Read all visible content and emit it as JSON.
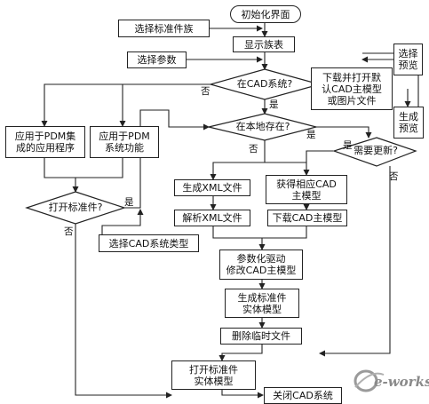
{
  "nodes": {
    "init_ui": "初始化界面",
    "select_family": "选择标准件族",
    "show_family_table": "显示族表",
    "select_params": "选择参数",
    "select_preview": "选择\n预览",
    "in_cad": "在CAD系统?",
    "download_default": "下载并打开默\n认CAD主模型\n或图片文件",
    "gen_preview": "生成\n预览",
    "pdm_integrated": "应用于PDM集\n成的应用程序",
    "pdm_function": "应用于PDM\n系统功能",
    "exists_local": "在本地存在?",
    "need_update": "需要更新?",
    "open_part": "打开标准件?",
    "gen_xml": "生成XML文件",
    "get_cad_model": "获得相应CAD\n主模型",
    "parse_xml": "解析XML文件",
    "download_cad": "下载CAD主模型",
    "select_cad_type": "选择CAD系统类型",
    "param_drive": "参数化驱动\n修改CAD主模型",
    "gen_solid": "生成标准件\n实体模型",
    "delete_temp": "删除临时文件",
    "open_solid": "打开标准件\n实体模型",
    "close_cad": "关闭CAD系统"
  },
  "edge_labels": {
    "in_cad_no": "否",
    "in_cad_yes": "是",
    "exists_yes": "是",
    "exists_no": "否",
    "update_yes": "是",
    "update_no": "否",
    "open_yes": "是",
    "open_no": "否"
  },
  "watermark": "e-works"
}
